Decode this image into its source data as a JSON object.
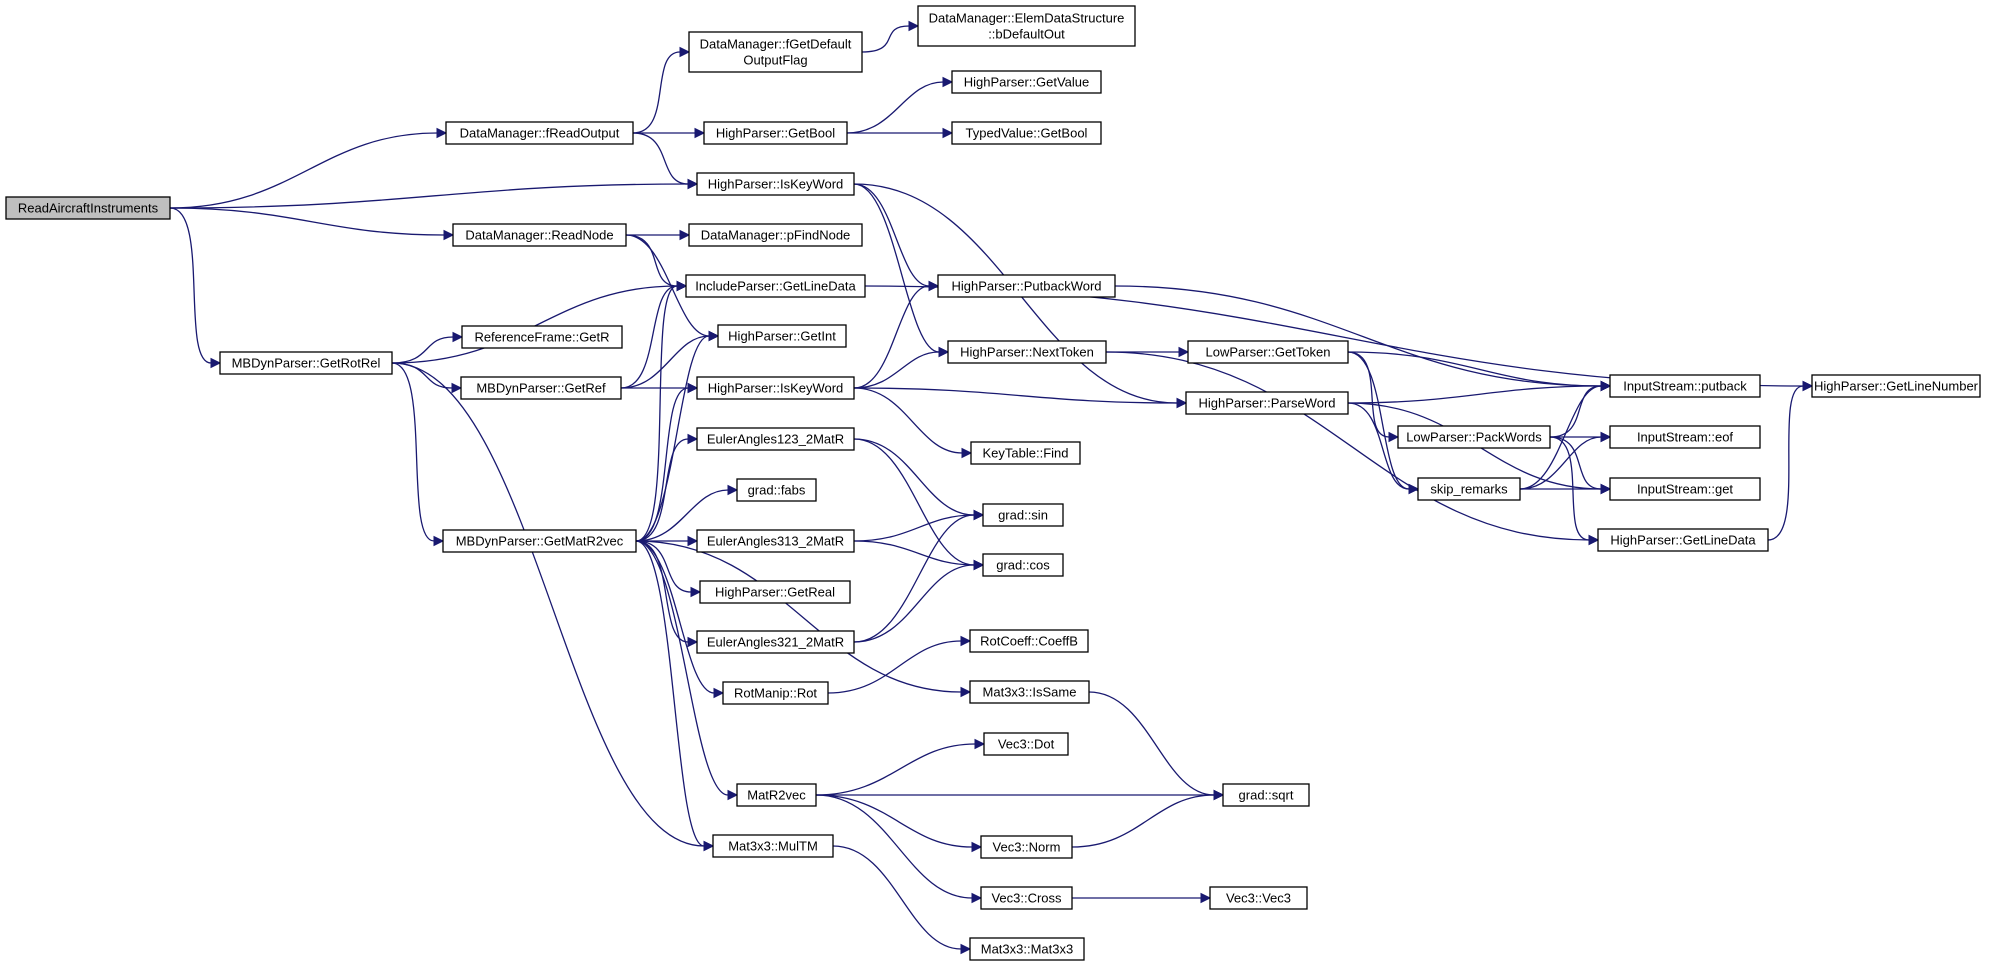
{
  "graph": {
    "nodes": {
      "ReadAircraftInstruments": [
        "ReadAircraftInstruments"
      ],
      "DataManager_fReadOutput": [
        "DataManager::fReadOutput"
      ],
      "DataManager_fGetDefaultOutputFlag": [
        "DataManager::fGetDefault",
        "OutputFlag"
      ],
      "ElemDataStructure_bDefaultOut": [
        "DataManager::ElemDataStructure",
        "::bDefaultOut"
      ],
      "HighParser_GetValue": [
        "HighParser::GetValue"
      ],
      "HighParser_GetBool": [
        "HighParser::GetBool"
      ],
      "TypedValue_GetBool": [
        "TypedValue::GetBool"
      ],
      "HighParser_IsKeyWord1": [
        "HighParser::IsKeyWord"
      ],
      "DataManager_ReadNode": [
        "DataManager::ReadNode"
      ],
      "DataManager_pFindNode": [
        "DataManager::pFindNode"
      ],
      "IncludeParser_GetLineData": [
        "IncludeParser::GetLineData"
      ],
      "HighParser_PutbackWord": [
        "HighParser::PutbackWord"
      ],
      "HighParser_GetInt": [
        "HighParser::GetInt"
      ],
      "HighParser_NextToken": [
        "HighParser::NextToken"
      ],
      "LowParser_GetToken": [
        "LowParser::GetToken"
      ],
      "MBDynParser_GetRotRel": [
        "MBDynParser::GetRotRel"
      ],
      "ReferenceFrame_GetR": [
        "ReferenceFrame::GetR"
      ],
      "MBDynParser_GetRef": [
        "MBDynParser::GetRef"
      ],
      "HighParser_IsKeyWord2": [
        "HighParser::IsKeyWord"
      ],
      "HighParser_ParseWord": [
        "HighParser::ParseWord"
      ],
      "InputStream_putback": [
        "InputStream::putback"
      ],
      "HighParser_GetLineNumber": [
        "HighParser::GetLineNumber"
      ],
      "KeyTable_Find": [
        "KeyTable::Find"
      ],
      "LowParser_PackWords": [
        "LowParser::PackWords"
      ],
      "InputStream_eof": [
        "InputStream::eof"
      ],
      "EulerAngles123_2MatR": [
        "EulerAngles123_2MatR"
      ],
      "grad_fabs": [
        "grad::fabs"
      ],
      "skip_remarks": [
        "skip_remarks"
      ],
      "InputStream_get": [
        "InputStream::get"
      ],
      "MBDynParser_GetMatR2vec": [
        "MBDynParser::GetMatR2vec"
      ],
      "EulerAngles313_2MatR": [
        "EulerAngles313_2MatR"
      ],
      "grad_sin": [
        "grad::sin"
      ],
      "grad_cos": [
        "grad::cos"
      ],
      "HighParser_GetLineData": [
        "HighParser::GetLineData"
      ],
      "HighParser_GetReal": [
        "HighParser::GetReal"
      ],
      "EulerAngles321_2MatR": [
        "EulerAngles321_2MatR"
      ],
      "RotCoeff_CoeffB": [
        "RotCoeff::CoeffB"
      ],
      "RotManip_Rot": [
        "RotManip::Rot"
      ],
      "Mat3x3_IsSame": [
        "Mat3x3::IsSame"
      ],
      "Vec3_Dot": [
        "Vec3::Dot"
      ],
      "MatR2vec": [
        "MatR2vec"
      ],
      "grad_sqrt": [
        "grad::sqrt"
      ],
      "Vec3_Norm": [
        "Vec3::Norm"
      ],
      "Mat3x3_MulTM": [
        "Mat3x3::MulTM"
      ],
      "Vec3_Cross": [
        "Vec3::Cross"
      ],
      "Vec3_Vec3": [
        "Vec3::Vec3"
      ],
      "Mat3x3_Mat3x3": [
        "Mat3x3::Mat3x3"
      ]
    },
    "edges": [
      [
        "ReadAircraftInstruments",
        "DataManager_fReadOutput"
      ],
      [
        "ReadAircraftInstruments",
        "HighParser_IsKeyWord1"
      ],
      [
        "ReadAircraftInstruments",
        "DataManager_ReadNode"
      ],
      [
        "ReadAircraftInstruments",
        "MBDynParser_GetRotRel"
      ],
      [
        "DataManager_fReadOutput",
        "DataManager_fGetDefaultOutputFlag"
      ],
      [
        "DataManager_fReadOutput",
        "HighParser_GetBool"
      ],
      [
        "DataManager_fReadOutput",
        "HighParser_IsKeyWord1"
      ],
      [
        "DataManager_fGetDefaultOutputFlag",
        "ElemDataStructure_bDefaultOut"
      ],
      [
        "HighParser_GetBool",
        "HighParser_GetValue"
      ],
      [
        "HighParser_GetBool",
        "TypedValue_GetBool"
      ],
      [
        "HighParser_IsKeyWord1",
        "HighParser_PutbackWord"
      ],
      [
        "HighParser_IsKeyWord1",
        "HighParser_NextToken"
      ],
      [
        "HighParser_IsKeyWord1",
        "HighParser_ParseWord"
      ],
      [
        "DataManager_ReadNode",
        "DataManager_pFindNode"
      ],
      [
        "DataManager_ReadNode",
        "IncludeParser_GetLineData"
      ],
      [
        "DataManager_ReadNode",
        "HighParser_GetInt"
      ],
      [
        "IncludeParser_GetLineData",
        "HighParser_GetLineNumber"
      ],
      [
        "HighParser_PutbackWord",
        "InputStream_putback"
      ],
      [
        "HighParser_NextToken",
        "LowParser_GetToken"
      ],
      [
        "HighParser_NextToken",
        "HighParser_GetLineData"
      ],
      [
        "LowParser_GetToken",
        "InputStream_putback"
      ],
      [
        "LowParser_GetToken",
        "LowParser_PackWords"
      ],
      [
        "LowParser_GetToken",
        "skip_remarks"
      ],
      [
        "MBDynParser_GetRotRel",
        "IncludeParser_GetLineData"
      ],
      [
        "MBDynParser_GetRotRel",
        "ReferenceFrame_GetR"
      ],
      [
        "MBDynParser_GetRotRel",
        "MBDynParser_GetRef"
      ],
      [
        "MBDynParser_GetRotRel",
        "MBDynParser_GetMatR2vec"
      ],
      [
        "MBDynParser_GetRotRel",
        "Mat3x3_MulTM"
      ],
      [
        "MBDynParser_GetRef",
        "IncludeParser_GetLineData"
      ],
      [
        "MBDynParser_GetRef",
        "HighParser_GetInt"
      ],
      [
        "MBDynParser_GetRef",
        "HighParser_IsKeyWord2"
      ],
      [
        "HighParser_IsKeyWord2",
        "HighParser_PutbackWord"
      ],
      [
        "HighParser_IsKeyWord2",
        "HighParser_NextToken"
      ],
      [
        "HighParser_IsKeyWord2",
        "HighParser_ParseWord"
      ],
      [
        "HighParser_IsKeyWord2",
        "KeyTable_Find"
      ],
      [
        "HighParser_ParseWord",
        "InputStream_putback"
      ],
      [
        "HighParser_ParseWord",
        "skip_remarks"
      ],
      [
        "HighParser_ParseWord",
        "InputStream_get"
      ],
      [
        "LowParser_PackWords",
        "InputStream_putback"
      ],
      [
        "LowParser_PackWords",
        "InputStream_eof"
      ],
      [
        "LowParser_PackWords",
        "InputStream_get"
      ],
      [
        "LowParser_PackWords",
        "HighParser_GetLineData"
      ],
      [
        "skip_remarks",
        "InputStream_putback"
      ],
      [
        "skip_remarks",
        "InputStream_eof"
      ],
      [
        "skip_remarks",
        "InputStream_get"
      ],
      [
        "HighParser_GetLineData",
        "HighParser_GetLineNumber"
      ],
      [
        "EulerAngles123_2MatR",
        "grad_sin"
      ],
      [
        "EulerAngles123_2MatR",
        "grad_cos"
      ],
      [
        "MBDynParser_GetMatR2vec",
        "IncludeParser_GetLineData"
      ],
      [
        "MBDynParser_GetMatR2vec",
        "HighParser_GetInt"
      ],
      [
        "MBDynParser_GetMatR2vec",
        "HighParser_IsKeyWord2"
      ],
      [
        "MBDynParser_GetMatR2vec",
        "EulerAngles123_2MatR"
      ],
      [
        "MBDynParser_GetMatR2vec",
        "grad_fabs"
      ],
      [
        "MBDynParser_GetMatR2vec",
        "EulerAngles313_2MatR"
      ],
      [
        "MBDynParser_GetMatR2vec",
        "HighParser_GetReal"
      ],
      [
        "MBDynParser_GetMatR2vec",
        "EulerAngles321_2MatR"
      ],
      [
        "MBDynParser_GetMatR2vec",
        "RotManip_Rot"
      ],
      [
        "MBDynParser_GetMatR2vec",
        "Mat3x3_IsSame"
      ],
      [
        "MBDynParser_GetMatR2vec",
        "MatR2vec"
      ],
      [
        "MBDynParser_GetMatR2vec",
        "Mat3x3_MulTM"
      ],
      [
        "EulerAngles313_2MatR",
        "grad_sin"
      ],
      [
        "EulerAngles313_2MatR",
        "grad_cos"
      ],
      [
        "EulerAngles321_2MatR",
        "grad_sin"
      ],
      [
        "EulerAngles321_2MatR",
        "grad_cos"
      ],
      [
        "RotManip_Rot",
        "RotCoeff_CoeffB"
      ],
      [
        "Mat3x3_IsSame",
        "grad_sqrt"
      ],
      [
        "MatR2vec",
        "Vec3_Dot"
      ],
      [
        "MatR2vec",
        "grad_sqrt"
      ],
      [
        "MatR2vec",
        "Vec3_Norm"
      ],
      [
        "MatR2vec",
        "Vec3_Cross"
      ],
      [
        "Vec3_Norm",
        "grad_sqrt"
      ],
      [
        "Vec3_Cross",
        "Vec3_Vec3"
      ],
      [
        "Mat3x3_MulTM",
        "Mat3x3_Mat3x3"
      ]
    ]
  }
}
